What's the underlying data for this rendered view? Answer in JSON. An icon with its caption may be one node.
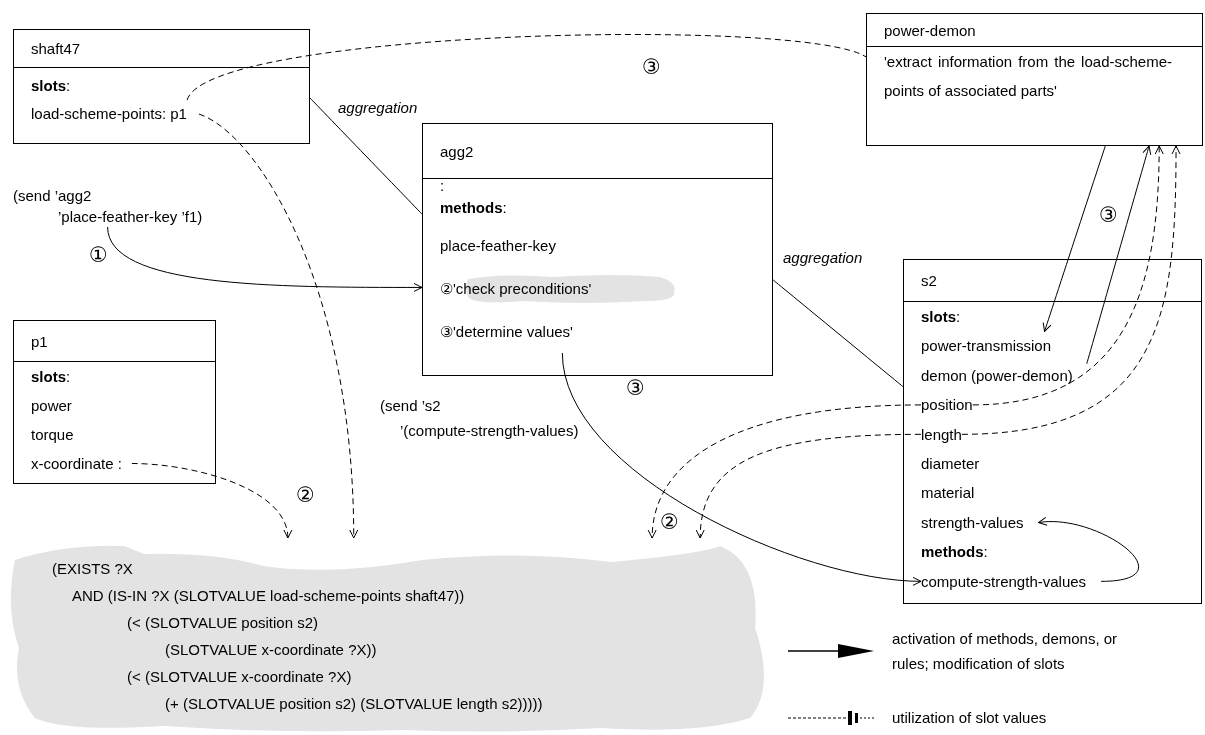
{
  "diagram": {
    "nodes": [
      {
        "text": [
          "shaft47",
          "**slots**:"
        ]
      },
      {
        "text": [
          "load-scheme-points: p1"
        ],
        "in": 0
      },
      {
        "text": [
          "power-demon",
          "'extract information from the load-scheme-points of associated parts'"
        ]
      },
      {
        "text": [
          "(send ’agg2 ’place-feather-key ’f1)"
        ]
      },
      {
        "text": [
          "agg2",
          ":",
          "**methods**:",
          "place-feather-key"
        ]
      },
      {
        "text": [
          "②'check preconditions'"
        ],
        "in": 4
      },
      {
        "text": [
          "③'determine values'"
        ],
        "in": 4
      },
      {
        "text": [
          "p1",
          "**slots**:",
          "power",
          "torque"
        ]
      },
      {
        "text": [
          "x-coordinate :"
        ],
        "in": 7
      },
      {
        "text": [
          "s2",
          "**slots**:",
          "diameter",
          "material",
          "**methods**:"
        ]
      },
      {
        "text": [
          "power-transmission"
        ],
        "in": 9
      },
      {
        "text": [
          "demon (power-demon)"
        ],
        "in": 9
      },
      {
        "text": [
          "position"
        ],
        "in": 9
      },
      {
        "text": [
          "length"
        ],
        "in": 9
      },
      {
        "text": [
          "strength-values"
        ],
        "in": 9
      },
      {
        "text": [
          "compute-strength-values"
        ],
        "in": 9
      },
      {
        "text": [
          "(EXISTS ?X",
          "AND (IS-IN ?X (SLOTVALUE load-scheme-points shaft47))",
          "(< (SLOTVALUE position s2)",
          "(SLOTVALUE x-coordinate ?X))",
          "(< (SLOTVALUE x-coordinate ?X)",
          "(+ (SLOTVALUE position s2) (SLOTVALUE length s2)))))"
        ]
      }
    ],
    "edges": [
      {
        "from": 1,
        "to": 2,
        "arrow": "none",
        "style": "dashed"
      },
      {
        "from": 1,
        "to": 16,
        "arrow": "to",
        "style": "dashed"
      },
      {
        "from": 3,
        "to": 4,
        "arrow": "to"
      },
      {
        "from": 0,
        "to": 4,
        "arrow": "none",
        "label": "aggregation"
      },
      {
        "from": 4,
        "to": 9,
        "arrow": "none",
        "label": "aggregation"
      },
      {
        "from": 6,
        "to": 15,
        "arrow": "to",
        "label": "(send ’s2 ’(compute-strength-values)"
      },
      {
        "from": 8,
        "to": 16,
        "arrow": "to",
        "style": "dashed"
      },
      {
        "from": 12,
        "to": 16,
        "arrow": "to",
        "style": "dashed"
      },
      {
        "from": 13,
        "to": 16,
        "arrow": "to",
        "style": "dashed"
      },
      {
        "from": 2,
        "to": 10,
        "arrow": "to"
      },
      {
        "from": 11,
        "to": 2,
        "arrow": "to"
      },
      {
        "from": 12,
        "to": 2,
        "arrow": "to",
        "style": "dashed"
      },
      {
        "from": 13,
        "to": 2,
        "arrow": "to",
        "style": "dashed"
      },
      {
        "from": 15,
        "to": 14,
        "arrow": "to"
      }
    ],
    "labels": [
      "③",
      "③",
      "①",
      "③",
      "②",
      "②"
    ],
    "legend": [
      {
        "text": "activation of methods, demons, or rules; modification of slots"
      },
      {
        "text": "utilization of slot values"
      }
    ]
  }
}
